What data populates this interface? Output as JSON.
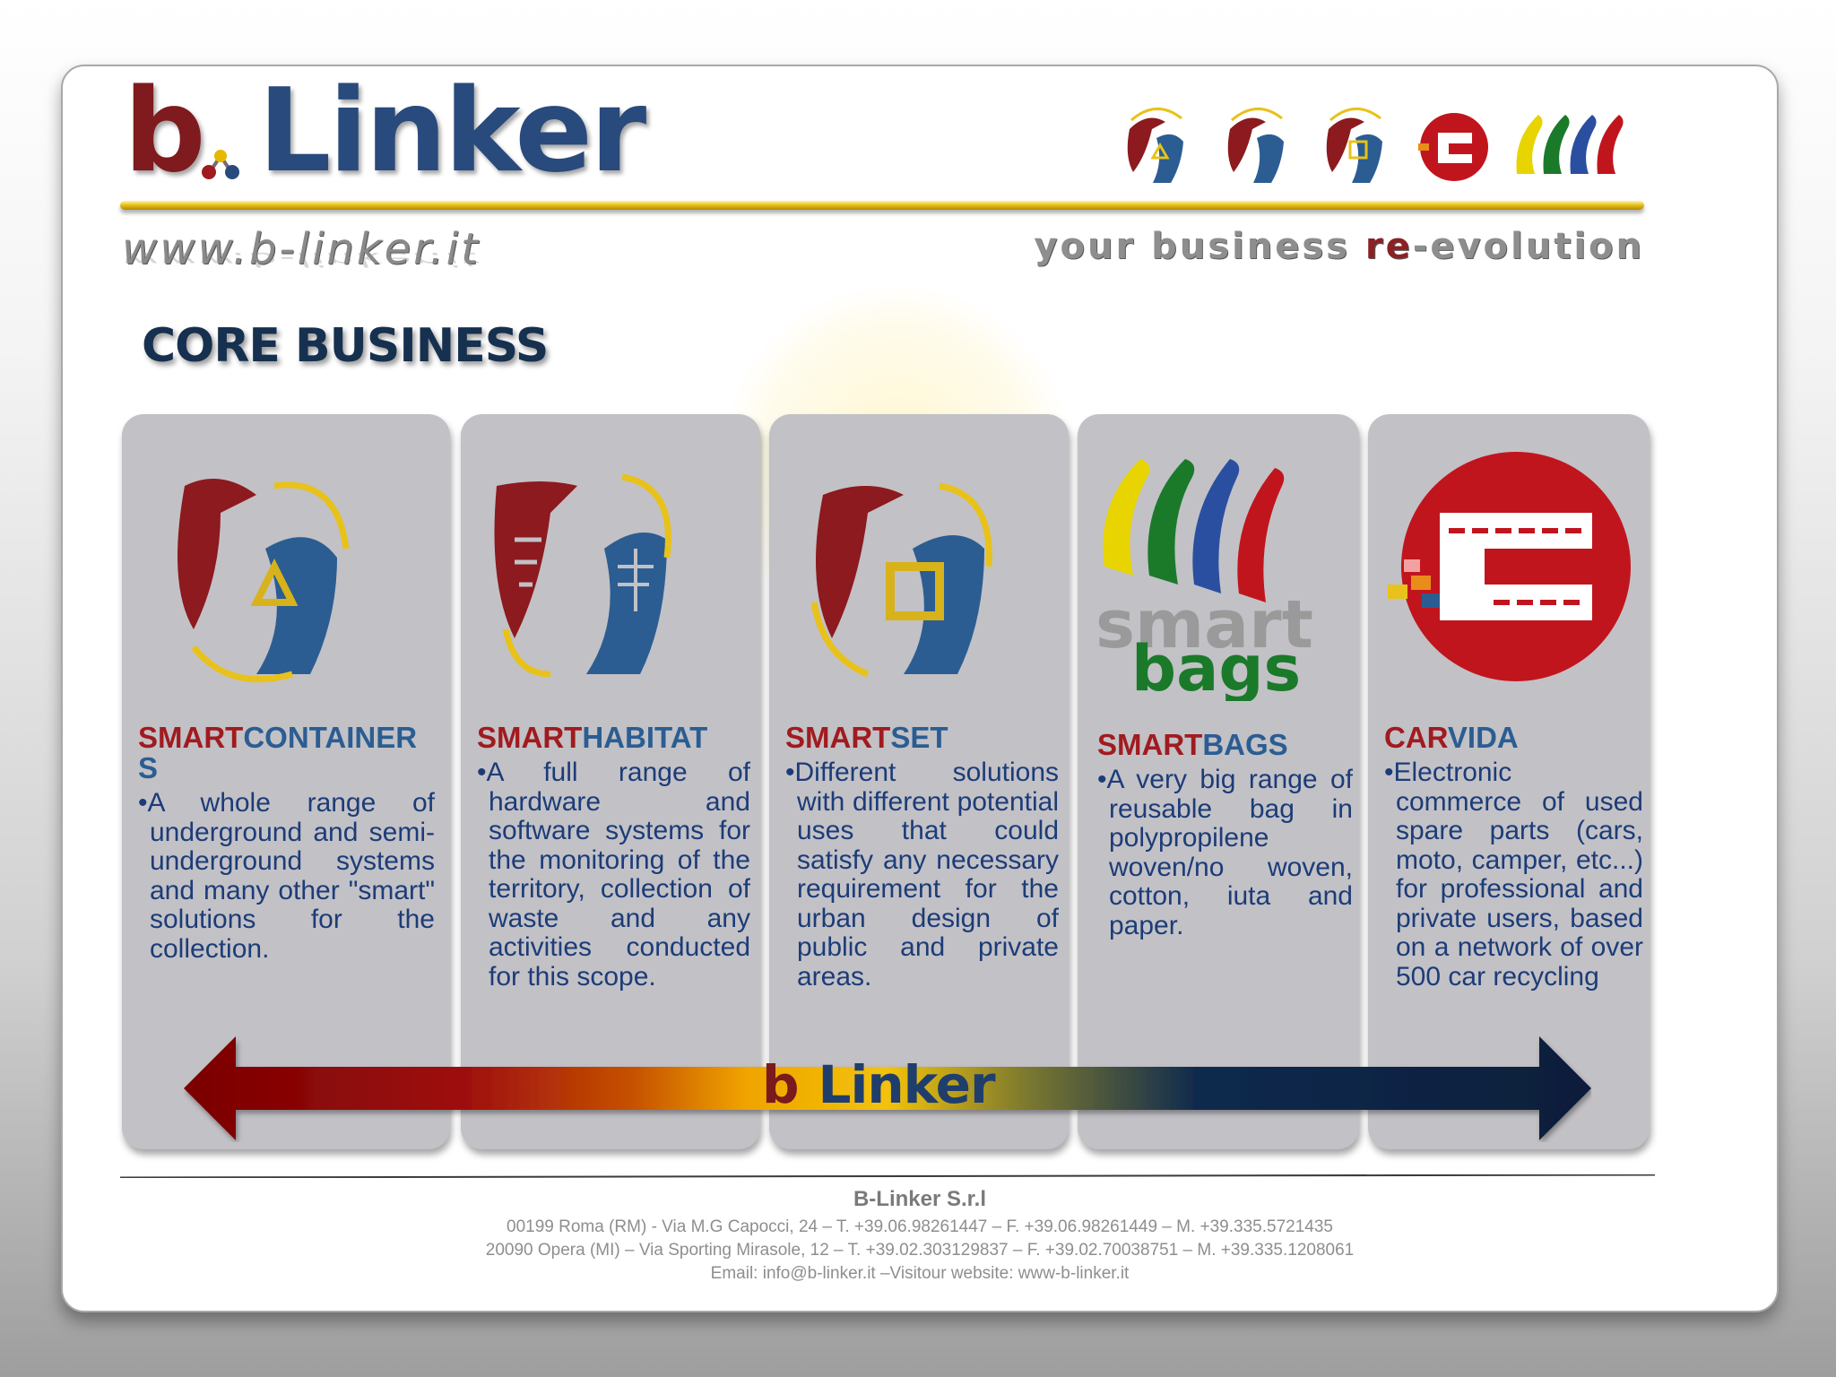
{
  "header": {
    "logo_b": "b",
    "logo_linker": "Linker",
    "website": "www.b-linker.it",
    "slogan_pre": "your business ",
    "slogan_re": "re",
    "slogan_post": "-evolution"
  },
  "section_title": "CORE BUSINESS",
  "cards": [
    {
      "title_red": "SMART",
      "title_blue": "CONTAINERS",
      "icon": "smartcontainers-logo-icon",
      "description": "•A whole range of underground and semi-underground systems and many other \"smart\" solutions for the collection."
    },
    {
      "title_red": "SMART",
      "title_blue": "HABITAT",
      "icon": "smarthabitat-logo-icon",
      "description": "•A full range of hardware and software systems for the monitoring of the territory, collection of waste and any activities conducted for this scope."
    },
    {
      "title_red": "SMART",
      "title_blue": "SET",
      "icon": "smartset-logo-icon",
      "description": "•Different solutions with different potential uses that could satisfy any necessary requirement for the urban design of public and private areas."
    },
    {
      "title_red": "SMART",
      "title_blue": "BAGS",
      "icon": "smartbags-logo-icon",
      "logo_text_1": "smart",
      "logo_text_2": "bags",
      "description": "•A very big range of reusable bag in polypropilene woven/no woven, cotton, iuta and paper."
    },
    {
      "title_red": "CAR",
      "title_blue": "VIDA",
      "icon": "carvida-logo-icon",
      "description": "•Electronic commerce of used spare parts (cars, moto, camper, etc...) for professional and private users, based on a network of over 500 car recycling"
    }
  ],
  "arrow_logo": {
    "b": "b",
    "linker": "Linker"
  },
  "footer": {
    "company": "B-Linker S.r.l",
    "address_rome": "00199 Roma (RM) - Via M.G Capocci, 24 – T. +39.06.98261447 – F. +39.06.98261449 – M. +39.335.5721435",
    "address_opera": "20090 Opera (MI) – Via Sporting Mirasole, 12 – T. +39.02.303129837 – F. +39.02.70038751 – M. +39.335.1208061",
    "contact": "Email: info@b-linker.it –Visitour website: www-b-linker.it"
  },
  "colors": {
    "brand_red": "#a01b1f",
    "brand_blue": "#2b5d92",
    "text_navy": "#1c3c78",
    "gold": "#e8c21a"
  }
}
